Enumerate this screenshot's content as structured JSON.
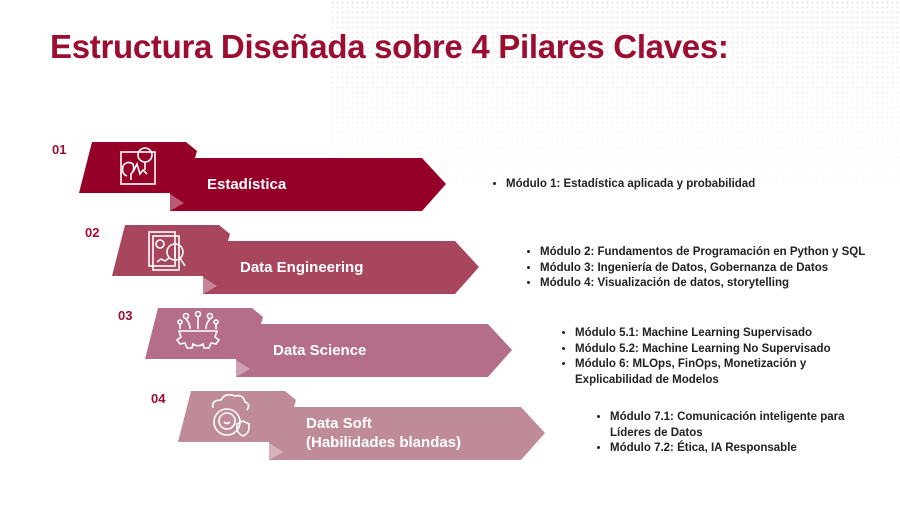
{
  "title": "Estructura Diseñada sobre 4 Pilares Claves:",
  "colors": {
    "title": "#9b0d31",
    "pillar1": "#960028",
    "pillar2": "#a8465e",
    "pillar3": "#b46e8a",
    "pillar4": "#c08b98"
  },
  "pillars": [
    {
      "number": "01",
      "label": "Estadística",
      "icon": "statistics-analysis-icon",
      "modules": [
        "Módulo 1: Estadística aplicada y probabilidad"
      ]
    },
    {
      "number": "02",
      "label": "Data Engineering",
      "icon": "data-report-magnifier-icon",
      "modules": [
        "Módulo 2: Fundamentos de Programación en Python y SQL",
        "Módulo 3: Ingeniería de Datos, Gobernanza de Datos",
        "Módulo 4: Visualización de datos, storytelling"
      ]
    },
    {
      "number": "03",
      "label": "Data Science",
      "icon": "gear-circuit-icon",
      "modules": [
        "Módulo 5.1: Machine Learning Supervisado",
        "Módulo 5.2: Machine Learning No Supervisado",
        "Módulo 6: MLOps, FinOps, Monetización y Explicabilidad de Modelos"
      ]
    },
    {
      "number": "04",
      "label": "Data Soft",
      "label2": "(Habilidades blandas)",
      "icon": "person-cloud-shield-icon",
      "modules": [
        "Módulo 7.1: Comunicación inteligente para Líderes de Datos",
        "Módulo 7.2: Ética, IA Responsable"
      ]
    }
  ]
}
